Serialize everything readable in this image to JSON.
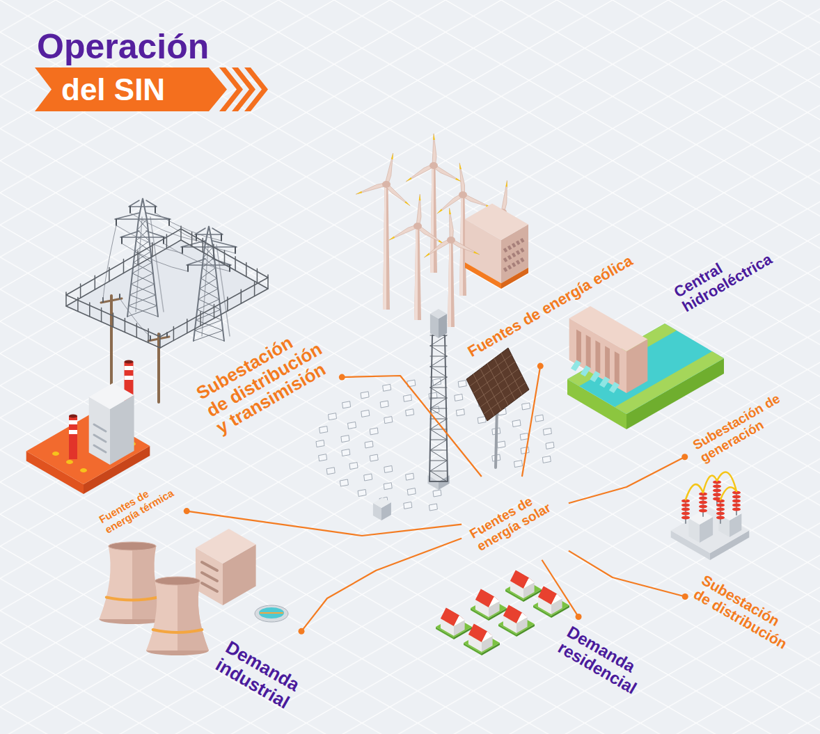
{
  "diagram": {
    "title": "Operación",
    "nodes": [
      {
        "text": [
          "Subestación de distribución y transimisión"
        ]
      },
      {
        "text": [
          "Fuentes de energía eólica"
        ]
      },
      {
        "text": [
          "Central hidroeléctrica"
        ]
      },
      {
        "text": [
          "Subestación de generación"
        ]
      },
      {
        "text": [
          "Fuentes de energía solar"
        ]
      },
      {
        "text": [
          "Fuentes de energía térmica"
        ]
      },
      {
        "text": [
          "Subestación de distribución"
        ]
      },
      {
        "text": [
          "Demanda residencial"
        ]
      },
      {
        "text": [
          "Demanda industrial"
        ]
      }
    ],
    "edges": [
      {
        "from": 4,
        "to": 0,
        "arrow": "none"
      },
      {
        "from": 4,
        "to": 1,
        "arrow": "none"
      },
      {
        "from": 4,
        "to": 3,
        "arrow": "none"
      },
      {
        "from": 4,
        "to": 5,
        "arrow": "none"
      },
      {
        "from": 4,
        "to": 6,
        "arrow": "none"
      },
      {
        "from": 4,
        "to": 7,
        "arrow": "none"
      },
      {
        "from": 4,
        "to": 8,
        "arrow": "none"
      }
    ],
    "labels": [
      "del SIN"
    ]
  }
}
